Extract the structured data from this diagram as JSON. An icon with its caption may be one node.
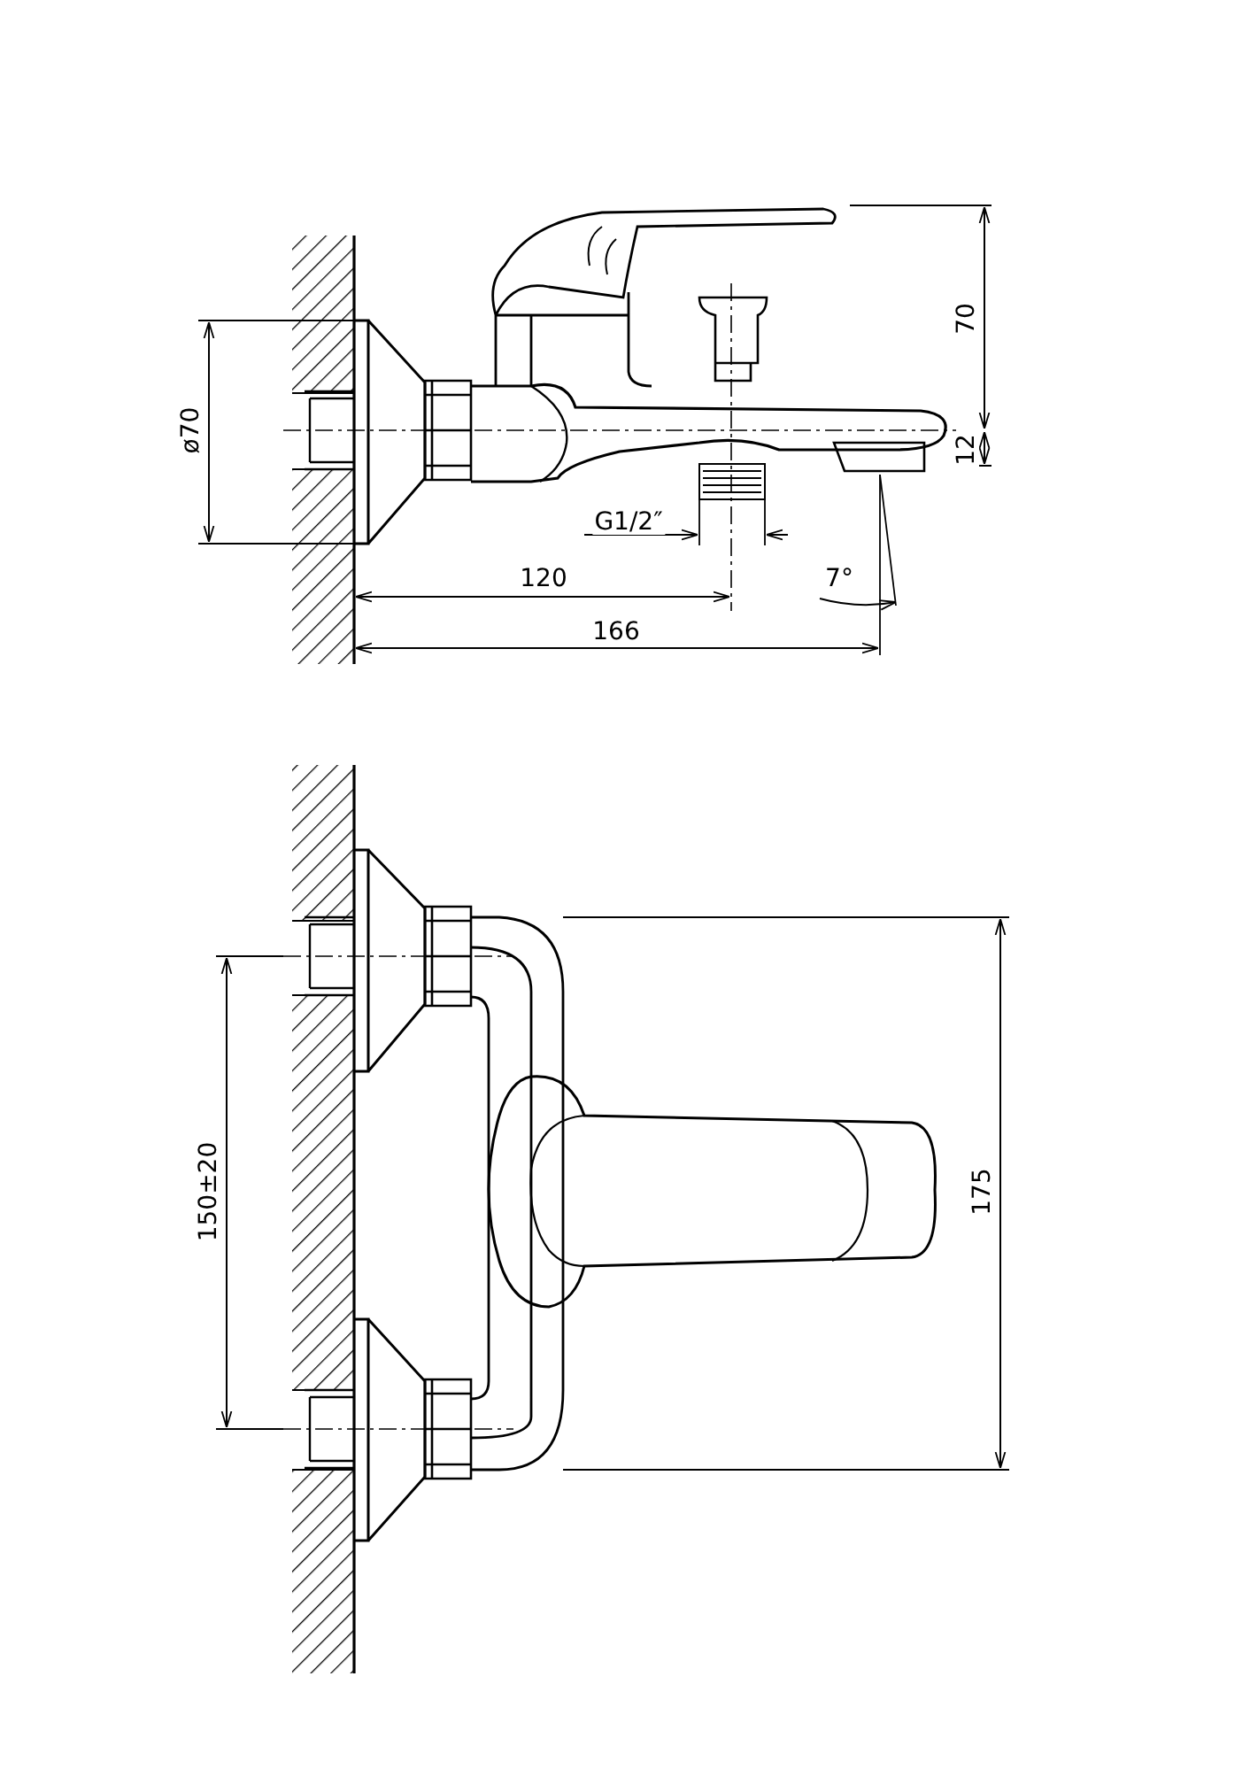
{
  "diagram": {
    "labels": [
      "70",
      "ø70",
      "12",
      "G1/2″",
      "7°",
      "120",
      "166",
      "150±20",
      "175"
    ]
  }
}
